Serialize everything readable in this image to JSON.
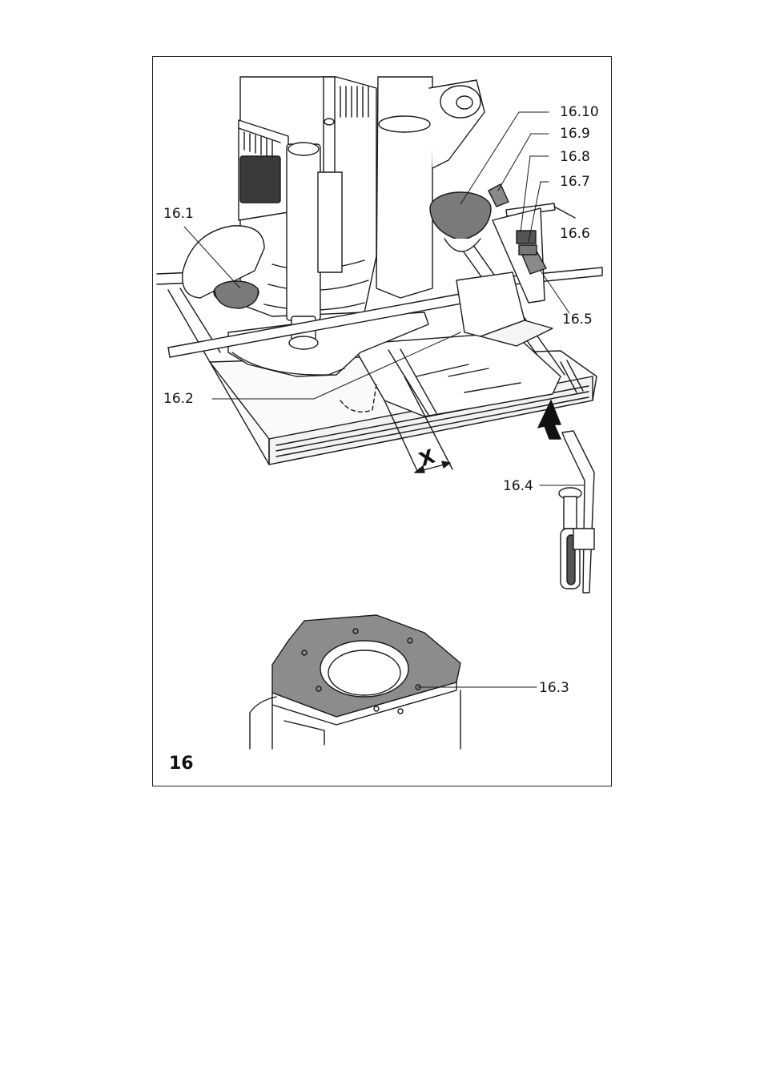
{
  "figure_number": "16",
  "dimension_label": "X",
  "callouts": {
    "c16_10": "16.10",
    "c16_9": "16.9",
    "c16_8": "16.8",
    "c16_7": "16.7",
    "c16_6": "16.6",
    "c16_5": "16.5",
    "c16_1": "16.1",
    "c16_2": "16.2",
    "c16_4": "16.4",
    "c16_3": "16.3"
  }
}
